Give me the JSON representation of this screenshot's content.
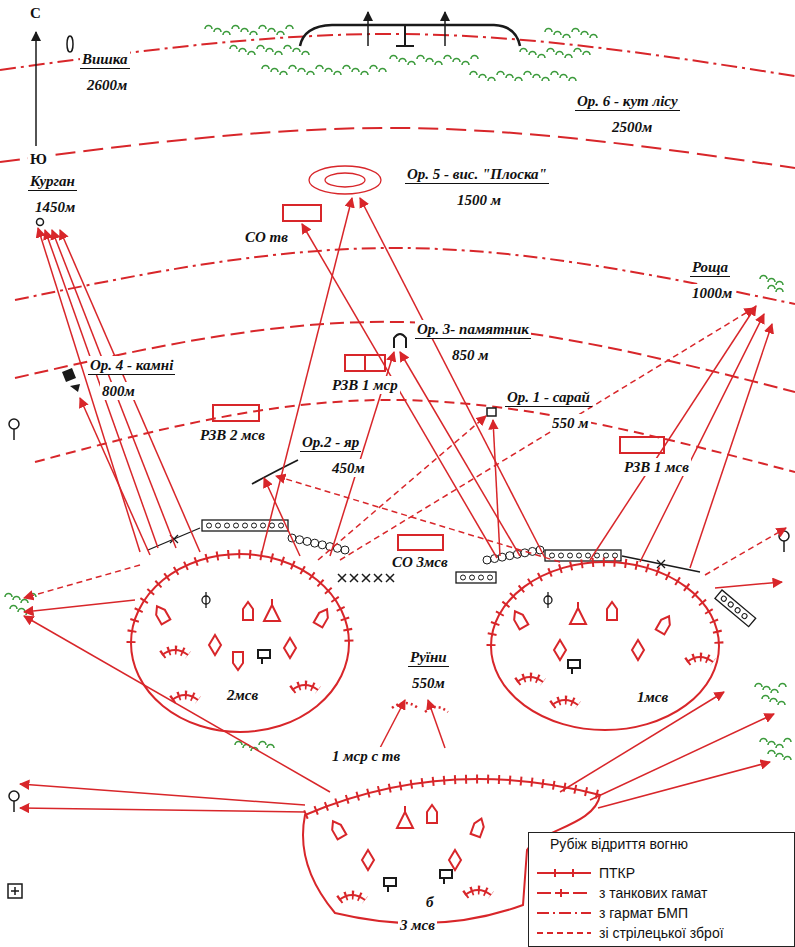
{
  "diagram": {
    "nodes": [
      {
        "text": [
          "2мсв"
        ]
      },
      {
        "text": [
          "1мсв"
        ]
      },
      {
        "text": [
          "1 мср с тв"
        ]
      }
    ],
    "labels": [
      "С",
      "Ю",
      "Вишка",
      "2600м",
      "Ор. 6 - кут лісу",
      "2500м",
      "Ор. 5 - вис. \"Плоска\"",
      "1500 м",
      "Курган",
      "1450м",
      "СО тв",
      "Роща",
      "1000м",
      "Ор. 3- памятник",
      "850 м",
      "Ор. 4 - камні",
      "800м",
      "РЗВ 1 мср",
      "Ор. 1 - сарай",
      "550 м",
      "РЗВ 2 мсв",
      "Ор.2 - яр",
      "450м",
      "РЗВ 1 мсв",
      "СО 3мсв",
      "Руїни",
      "550м",
      "3 мсв",
      "б",
      "Рубіж відриття вогню"
    ],
    "legend": [
      {
        "text": "ПТКР"
      },
      {
        "text": "з танкових гамат"
      },
      {
        "text": "з гармат БМП"
      },
      {
        "text": "зі стрілецької зброї"
      }
    ]
  }
}
